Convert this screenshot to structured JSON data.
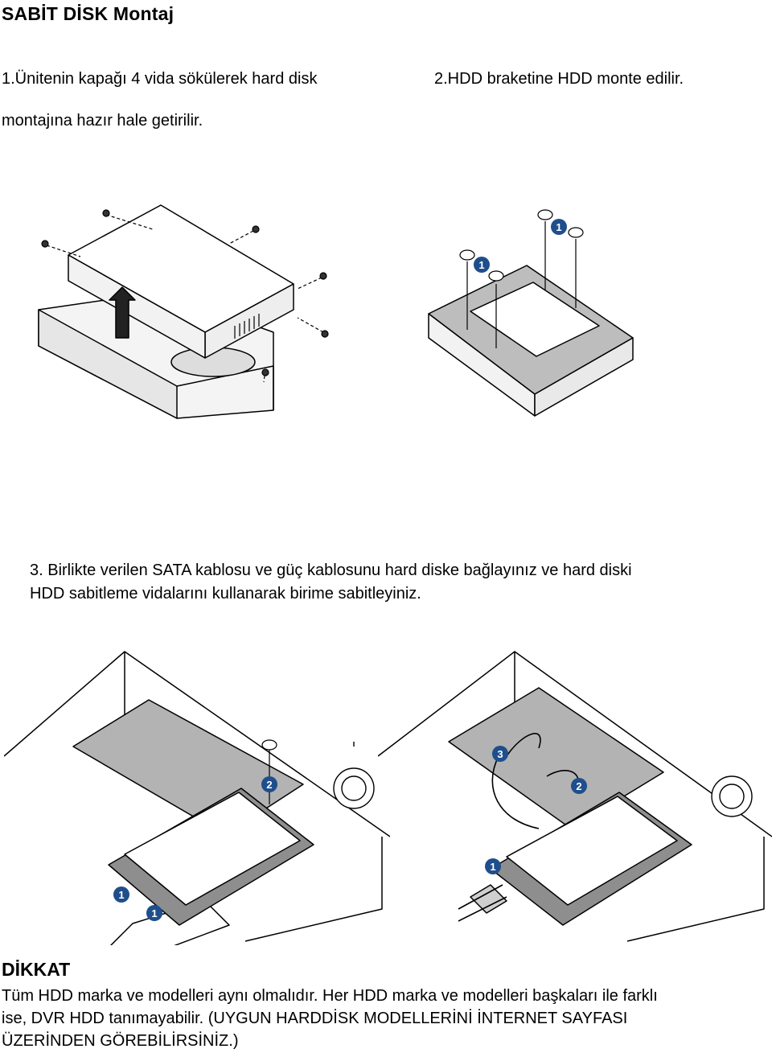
{
  "title": "SABİT DİSK Montaj",
  "steps": {
    "step1_line1": "1.Ünitenin kapağı 4 vida sökülerek hard disk",
    "step1_line2": "montajına hazır hale getirilir.",
    "step2": "2.HDD braketine HDD monte edilir.",
    "step3_line1": "3. Birlikte verilen SATA kablosu ve güç kablosunu hard diske bağlayınız ve hard diski",
    "step3_line2": "HDD sabitleme vidalarını kullanarak birime sabitleyiniz."
  },
  "figures": {
    "bracket_callout": "1",
    "unit_left_callouts": [
      "2",
      "1",
      "1"
    ],
    "unit_right_callouts": [
      "3",
      "2",
      "1"
    ]
  },
  "warning": {
    "heading": "DİKKAT",
    "line1": "Tüm HDD marka ve modelleri aynı olmalıdır. Her HDD marka ve modelleri başkaları ile farklı",
    "line2": "ise, DVR HDD tanımayabilir. (UYGUN HARDDİSK MODELLERİNİ İNTERNET SAYFASI",
    "line3": "ÜZERİNDEN GÖREBİLİRSİNİZ.)"
  }
}
